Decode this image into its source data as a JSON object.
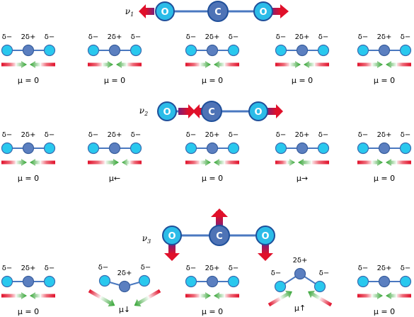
{
  "charges": {
    "outer": "δ−",
    "center": "2δ+"
  },
  "atoms": {
    "oxygen": "O",
    "carbon": "C"
  },
  "modes": [
    {
      "id": "nu1",
      "symbol": "ν",
      "sub": "1",
      "dipoles": [
        "μ = 0",
        "μ = 0",
        "μ = 0",
        "μ = 0",
        "μ = 0"
      ]
    },
    {
      "id": "nu2",
      "symbol": "ν",
      "sub": "2",
      "dipoles": [
        "μ = 0",
        "μ←",
        "μ = 0",
        "μ→",
        "μ = 0"
      ]
    },
    {
      "id": "nu3",
      "symbol": "ν",
      "sub": "3",
      "dipoles": [
        "μ = 0",
        "μ↓",
        "μ = 0",
        "μ↑",
        "μ = 0"
      ]
    }
  ],
  "colors": {
    "atom_small": "#29c8ee",
    "atom_center": "#5b7fc0",
    "bond": "#4a78c0",
    "big_atom_fill": "#2bbce8",
    "big_center_fill": "#4e73b6",
    "arrow_red": "#e0102a",
    "arrow_purple": "#7a1f7a",
    "arrow_green": "#2ca02c"
  }
}
